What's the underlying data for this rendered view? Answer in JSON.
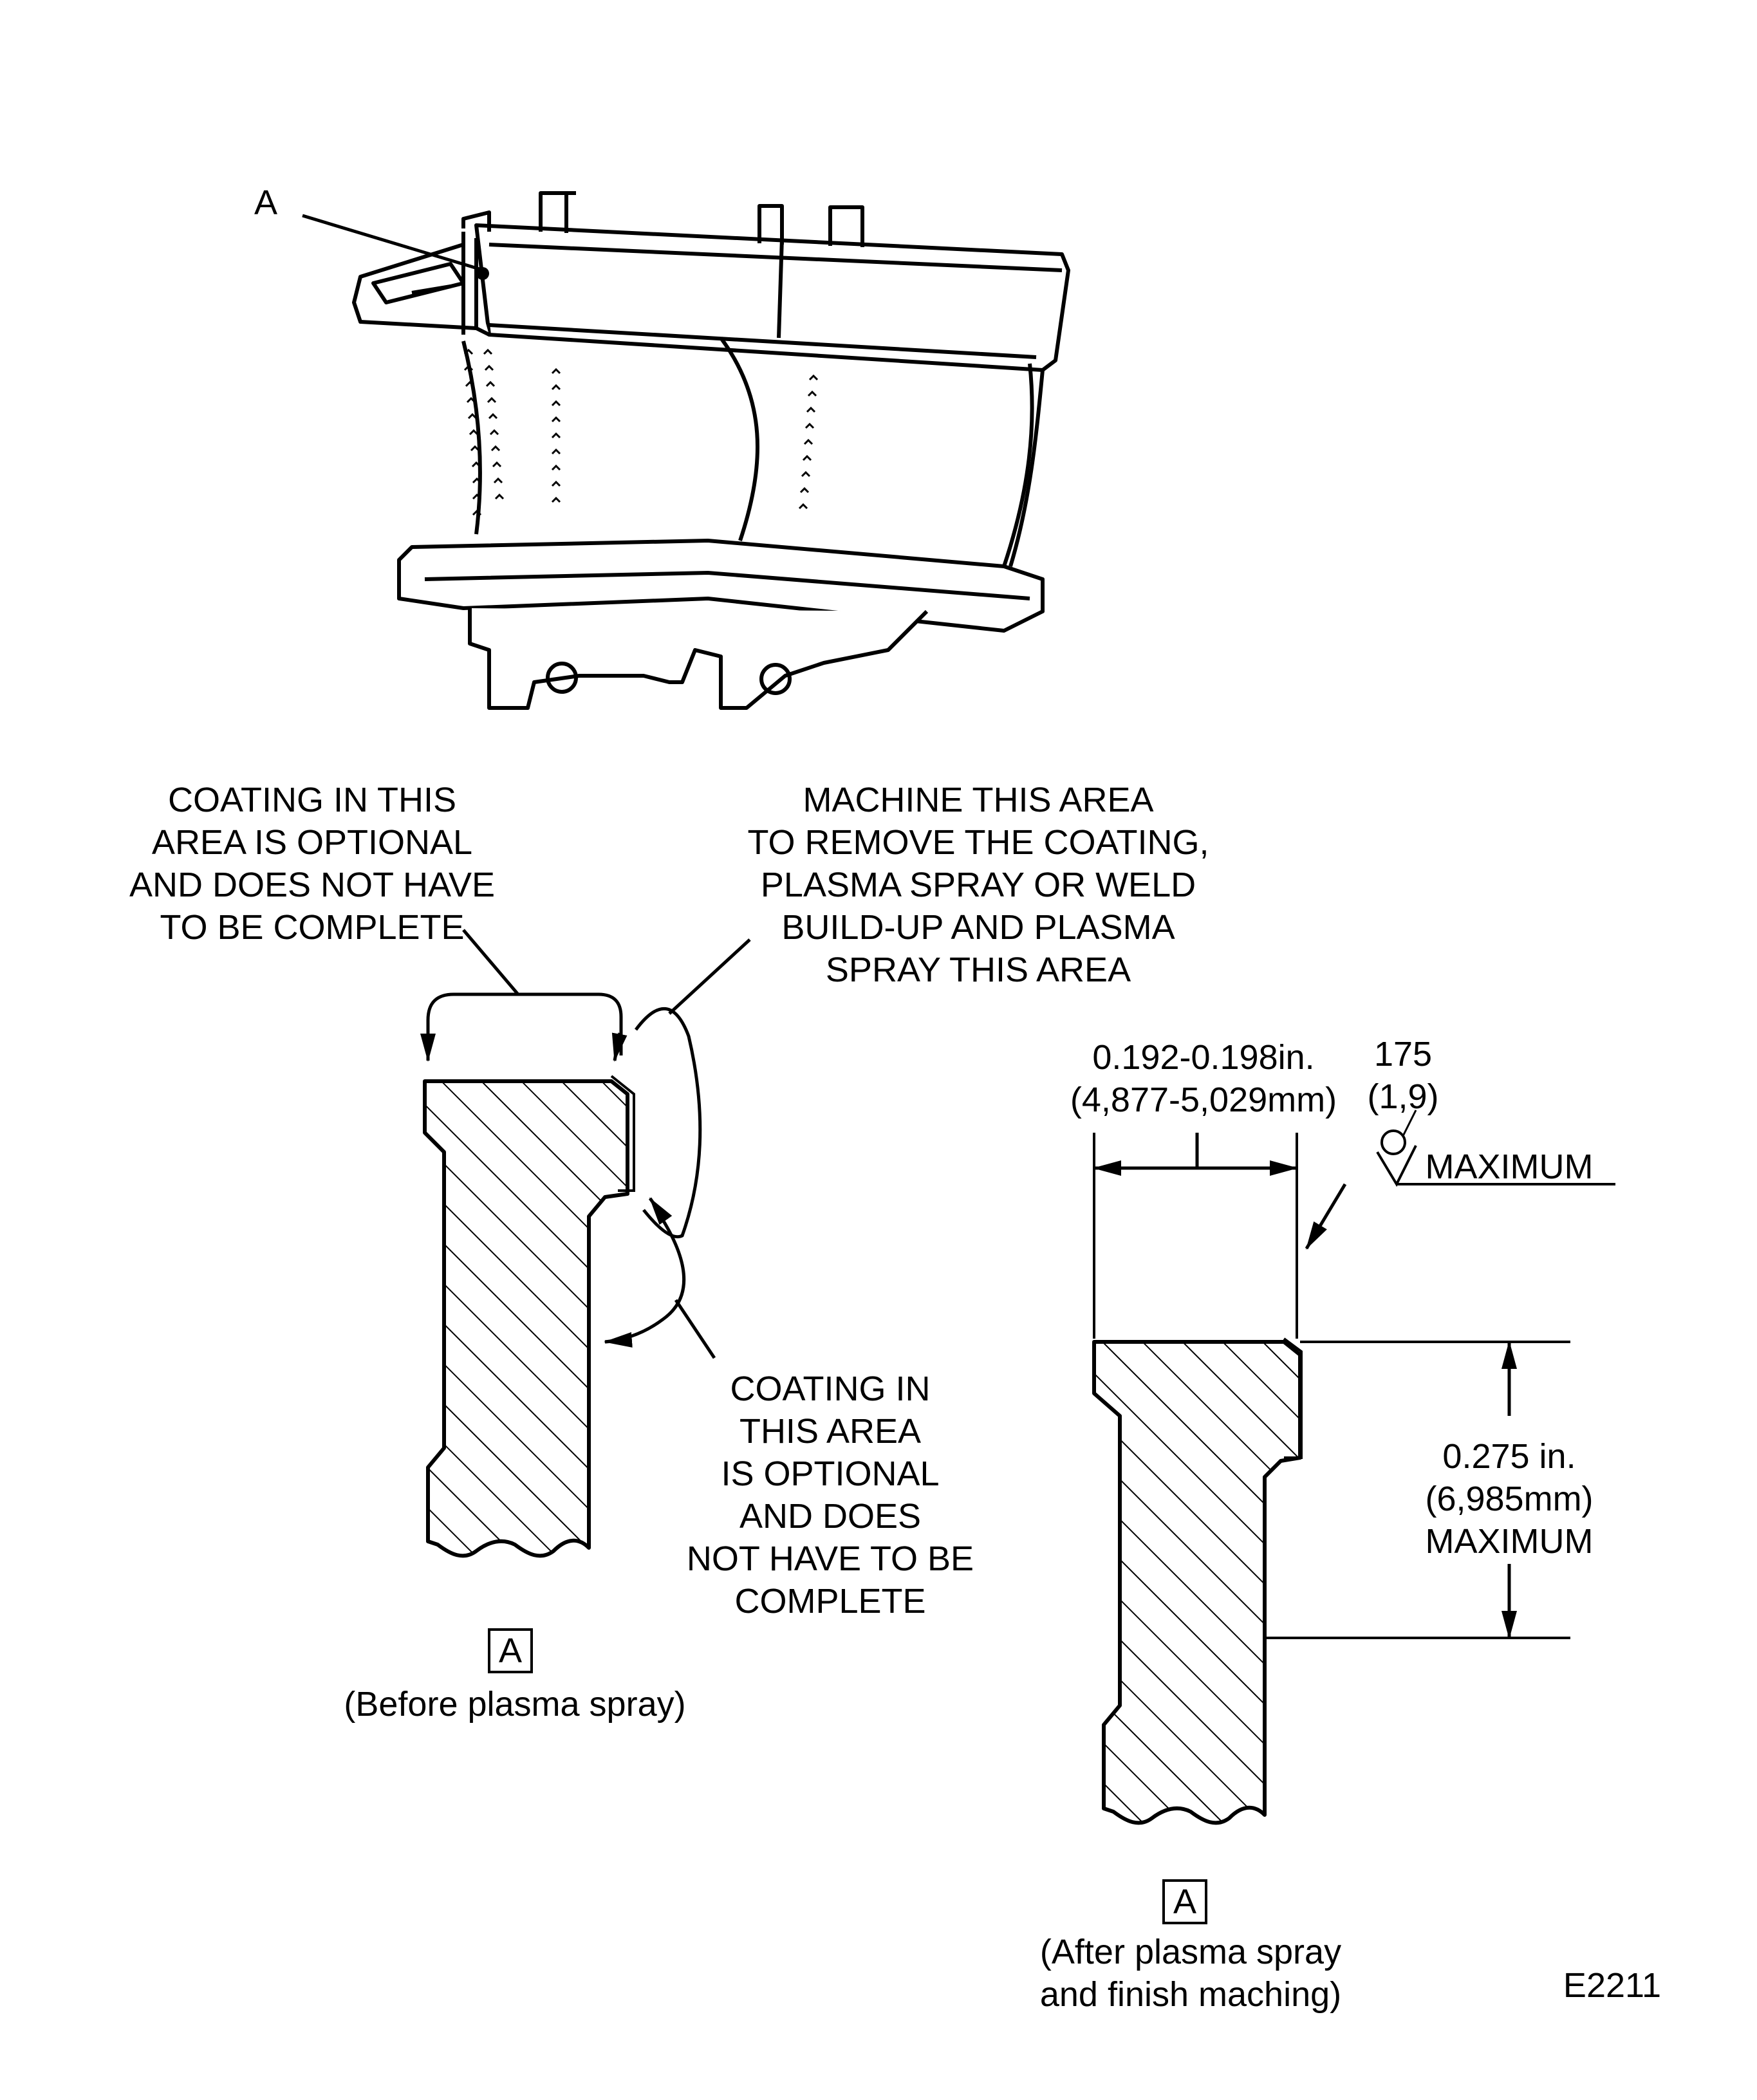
{
  "callout_letter": "A",
  "notes": {
    "optional_top": "COATING IN THIS\nAREA IS OPTIONAL\nAND DOES NOT HAVE\nTO BE COMPLETE",
    "machine_area": "MACHINE THIS AREA\nTO REMOVE THE COATING,\nPLASMA SPRAY OR WELD\nBUILD-UP AND PLASMA\nSPRAY THIS AREA",
    "optional_side": "COATING IN\nTHIS AREA\nIS OPTIONAL\nAND DOES\nNOT HAVE TO BE\nCOMPLETE"
  },
  "dimensions": {
    "width_in": "0.192-0.198in.",
    "width_mm": "(4,877-5,029mm)",
    "finish_value": "175",
    "finish_value_mm": "(1,9)",
    "finish_max": "MAXIMUM",
    "height_in": "0.275 in.",
    "height_mm": "(6,985mm)",
    "height_max": "MAXIMUM"
  },
  "views": {
    "before_letter": "A",
    "before_caption": "(Before plasma spray)",
    "after_letter": "A",
    "after_caption": "(After plasma spray\nand finish maching)"
  },
  "figure_id": "E2211"
}
